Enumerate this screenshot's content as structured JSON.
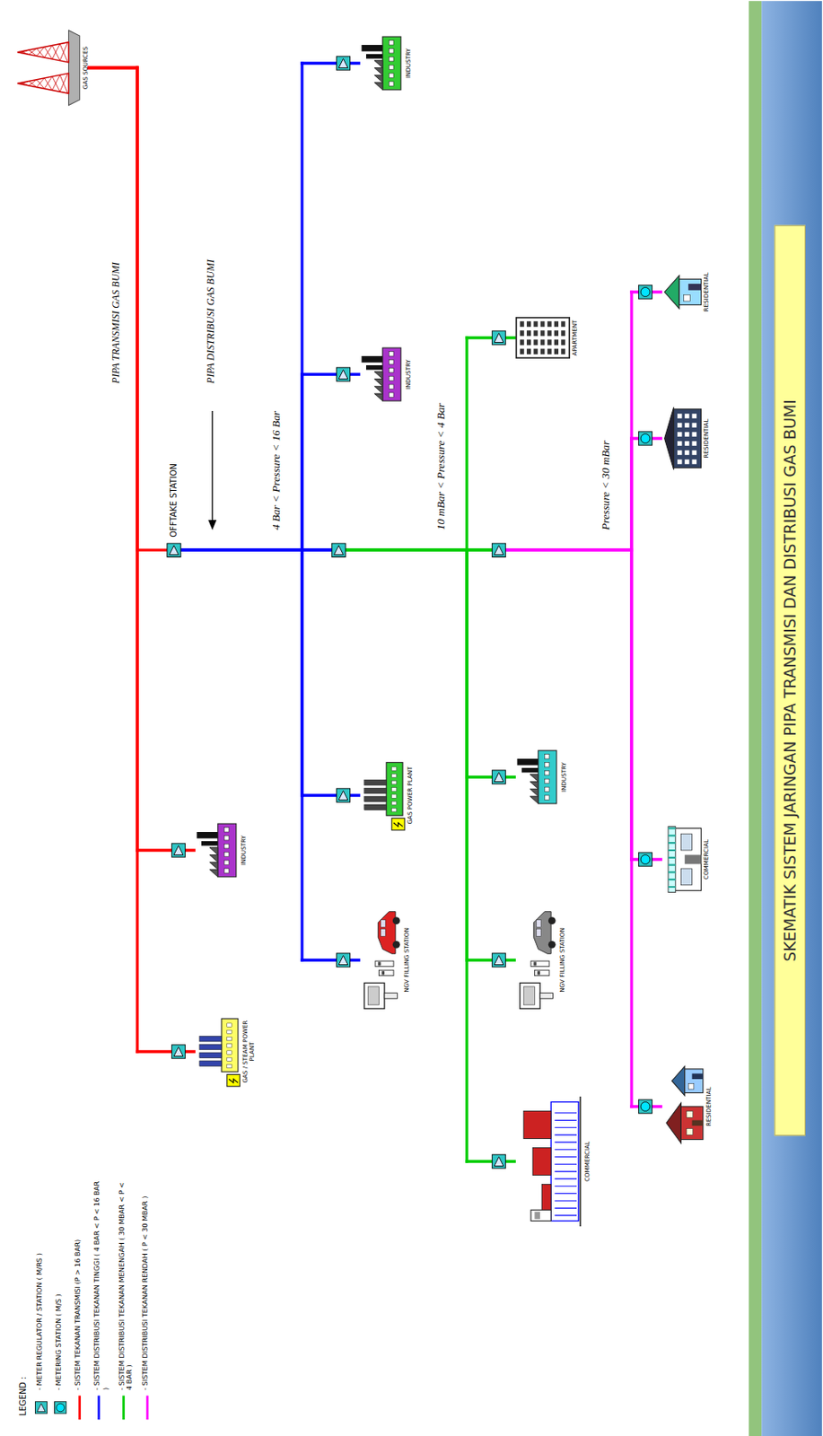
{
  "diagram": {
    "title": "SKEMATIK SISTEM JARINGAN PIPA TRANSMISI DAN DISTRIBUSI GAS BUMI",
    "nodes": [
      {
        "text": [
          "GAS SOURCES"
        ]
      },
      {
        "text": [
          "OFFTAKE STATION"
        ]
      },
      {
        "text": [
          "GAS / STEAM POWER PLANT"
        ]
      },
      {
        "text": [
          "INDUSTRY"
        ]
      },
      {
        "text": [
          "NGV FILLING STATION"
        ]
      },
      {
        "text": [
          "GAS POWER PLANT"
        ]
      },
      {
        "text": [
          "INDUSTRY"
        ]
      },
      {
        "text": [
          "INDUSTRY"
        ]
      },
      {
        "text": [
          "COMMERCIAL"
        ]
      },
      {
        "text": [
          "NGV FILLING STATION"
        ]
      },
      {
        "text": [
          "INDUSTRY"
        ]
      },
      {
        "text": [
          "APARTMENT"
        ]
      },
      {
        "text": [
          "RESIDENTIAL"
        ]
      },
      {
        "text": [
          "COMMERCIAL"
        ]
      },
      {
        "text": [
          "RESIDENTIAL"
        ]
      },
      {
        "text": [
          "RESIDENTIAL"
        ]
      }
    ],
    "edges": [
      {
        "from": 0,
        "to": 1,
        "arrow": "none"
      },
      {
        "from": 0,
        "to": 2,
        "arrow": "none"
      },
      {
        "from": 0,
        "to": 3,
        "arrow": "none"
      },
      {
        "from": 1,
        "to": 4,
        "arrow": "none"
      },
      {
        "from": 1,
        "to": 5,
        "arrow": "none"
      },
      {
        "from": 1,
        "to": 6,
        "arrow": "none"
      },
      {
        "from": 1,
        "to": 7,
        "arrow": "none"
      },
      {
        "from": 1,
        "to": 8,
        "arrow": "none"
      },
      {
        "from": 1,
        "to": 9,
        "arrow": "none"
      },
      {
        "from": 1,
        "to": 10,
        "arrow": "none"
      },
      {
        "from": 1,
        "to": 11,
        "arrow": "none"
      },
      {
        "from": 1,
        "to": 12,
        "arrow": "none"
      },
      {
        "from": 1,
        "to": 13,
        "arrow": "none"
      },
      {
        "from": 1,
        "to": 14,
        "arrow": "none"
      },
      {
        "from": 1,
        "to": 15,
        "arrow": "none"
      }
    ],
    "labels": [
      "LEGEND :",
      "PIPA TRANSMISI GAS BUMI",
      "PIPA DISTRIBUSI GAS BUMI",
      "4 Bar < Pressure < 16 Bar",
      "10 mBar < Pressure < 4 Bar",
      "Pressure < 30 mBar"
    ],
    "legend": [
      {
        "text": "- METER REGULATOR / STATION ( M/RS )"
      },
      {
        "text": "- METERING STATION ( M/S )"
      },
      {
        "text": "- SISTEM TEKANAN TRANSMISI (P > 16 BAR)"
      },
      {
        "text": "- SISTEM DISTRIBUSI TEKANAN TINGGI ( 4 BAR < P < 16 BAR )"
      },
      {
        "text": "- SISTEM DISTRIBUSI TEKANAN MENENGAH ( 30 MBAR < P < 4 BAR )"
      },
      {
        "text": "- SISTEM DISTRIBUSI TEKANAN RENDAH ( P < 30 MBAR )"
      }
    ]
  }
}
